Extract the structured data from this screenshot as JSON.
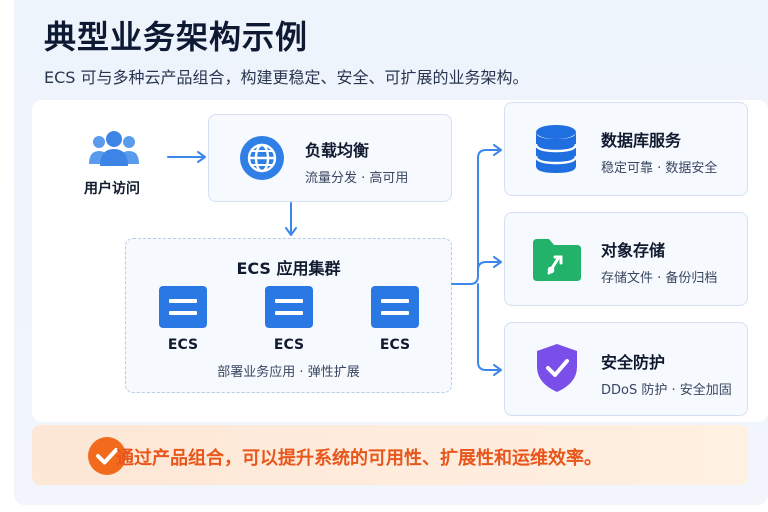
{
  "header": {
    "title": "典型业务架构示例",
    "subtitle": "ECS 可与多种云产品组合，构建更稳定、安全、可扩展的业务架构。"
  },
  "user_access": {
    "label": "用户访问",
    "icon": "users-icon",
    "color": "#4b8fe8"
  },
  "load_balancer": {
    "title": "负载均衡",
    "subtitle": "流量分发 · 高可用",
    "icon": "globe-icon",
    "color": "#2f7fe6"
  },
  "cluster": {
    "title": "ECS 应用集群",
    "subtitle": "部署业务应用 · 弹性扩展",
    "nodes": [
      {
        "label": "ECS",
        "icon": "server-icon"
      },
      {
        "label": "ECS",
        "icon": "server-icon"
      },
      {
        "label": "ECS",
        "icon": "server-icon"
      }
    ],
    "color": "#2a78e4"
  },
  "services": [
    {
      "title": "数据库服务",
      "subtitle": "稳定可靠 · 数据安全",
      "icon": "database-icon",
      "color": "#1f6fe0"
    },
    {
      "title": "对象存储",
      "subtitle": "存储文件 · 备份归档",
      "icon": "folder-icon",
      "color": "#23b26a"
    },
    {
      "title": "安全防护",
      "subtitle": "DDoS 防护 · 安全加固",
      "icon": "shield-icon",
      "color": "#7a4ee8"
    }
  ],
  "callout": {
    "text": "通过产品组合，可以提升系统的可用性、扩展性和运维效率。",
    "icon": "check-circle-icon",
    "color": "#f26a1b"
  },
  "colors": {
    "arrow": "#3d86ea",
    "title": "#0e1a33"
  }
}
